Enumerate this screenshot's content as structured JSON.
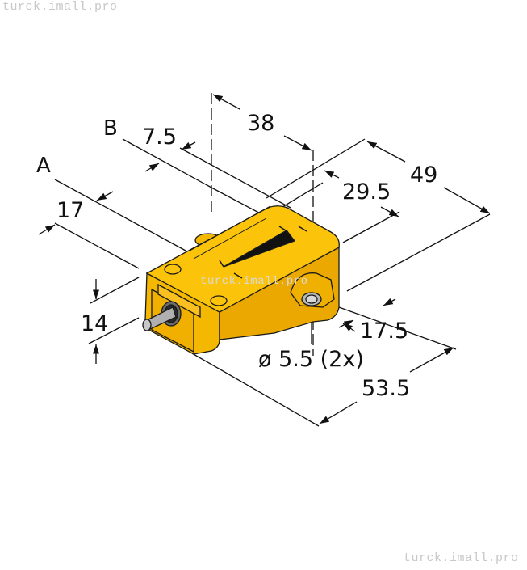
{
  "watermarks": {
    "top": "turck.imall.pro",
    "bottom": "turck.imall.pro",
    "middle": "turck.imall.pro"
  },
  "drawing": {
    "subject": "rectangular inductive sensor housing with cable",
    "body_color": "#f5b800",
    "line_color": "#111111",
    "reference_labels": {
      "a": "A",
      "b": "B"
    },
    "dimensions": {
      "d38": "38",
      "d7_5": "7.5",
      "d49": "49",
      "d29_5": "29.5",
      "d17": "17",
      "d14": "14",
      "d17_5": "17.5",
      "d53_5": "53.5",
      "hole": "ø 5.5 (2x)"
    }
  }
}
